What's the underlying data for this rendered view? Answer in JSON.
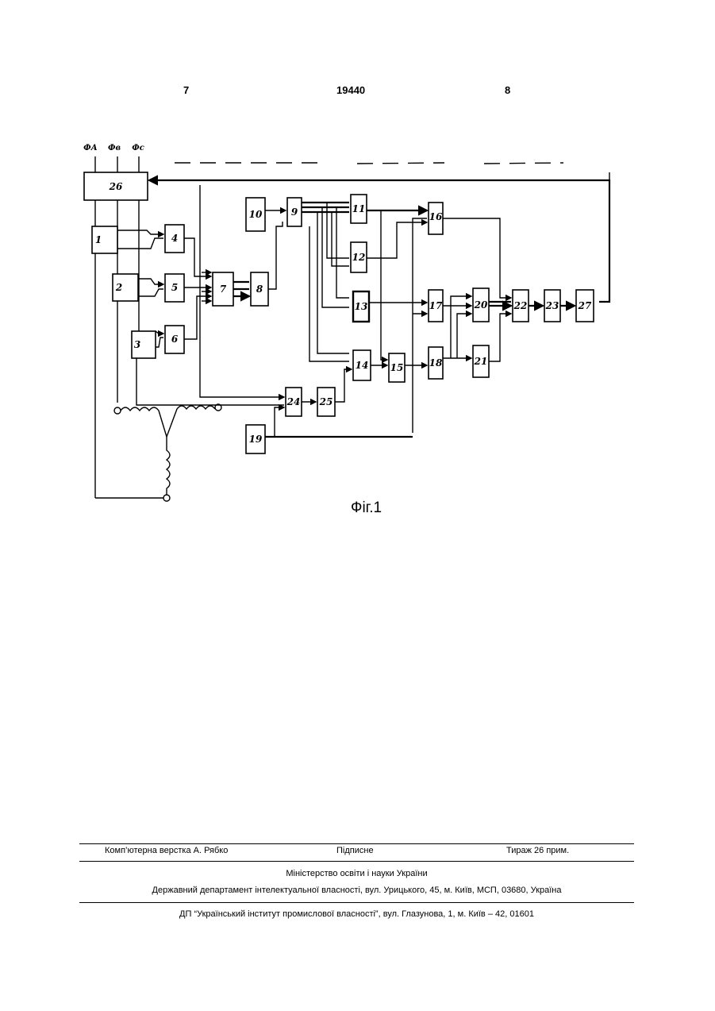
{
  "header": {
    "left_page": "7",
    "patent_number": "19440",
    "right_page": "8"
  },
  "figure": {
    "caption": "Фіг.1",
    "phase_labels": [
      "ФА",
      "Фв",
      "Фс"
    ],
    "blocks": [
      "1",
      "2",
      "3",
      "4",
      "5",
      "6",
      "7",
      "8",
      "9",
      "10",
      "11",
      "12",
      "13",
      "14",
      "15",
      "16",
      "17",
      "18",
      "19",
      "20",
      "21",
      "22",
      "23",
      "24",
      "25",
      "26",
      "27"
    ]
  },
  "footer": {
    "layout": "Комп’ютерна верстка А. Рябко",
    "signed": "Підписне",
    "circulation": "Тираж 26 прим.",
    "ministry": "Міністерство освіти і науки України",
    "department": "Державний департамент інтелектуальної власності, вул. Урицького, 45, м. Київ, МСП, 03680, Україна",
    "institute": "ДП “Український інститут промислової власності”, вул. Глазунова, 1, м. Київ – 42, 01601"
  }
}
